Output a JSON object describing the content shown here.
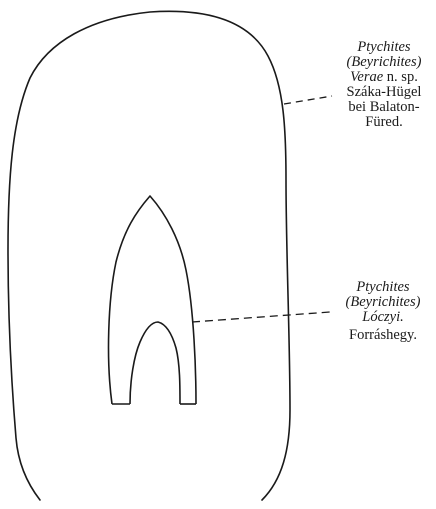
{
  "labels": {
    "upper": {
      "genus": "Ptychites",
      "subgenus": "(Beyrichites)",
      "species_name": "Verae",
      "species_suffix": "n. sp.",
      "locality_line1": "Száka-Hügel",
      "locality_line2": "bei Balaton-",
      "locality_line3": "Füred."
    },
    "lower": {
      "genus": "Ptychites",
      "subgenus": "(Beyrichites)",
      "species": "Lóczyi.",
      "locality": "Forráshegy."
    }
  },
  "colors": {
    "ink": "#1a1a1a",
    "background": "#ffffff"
  }
}
